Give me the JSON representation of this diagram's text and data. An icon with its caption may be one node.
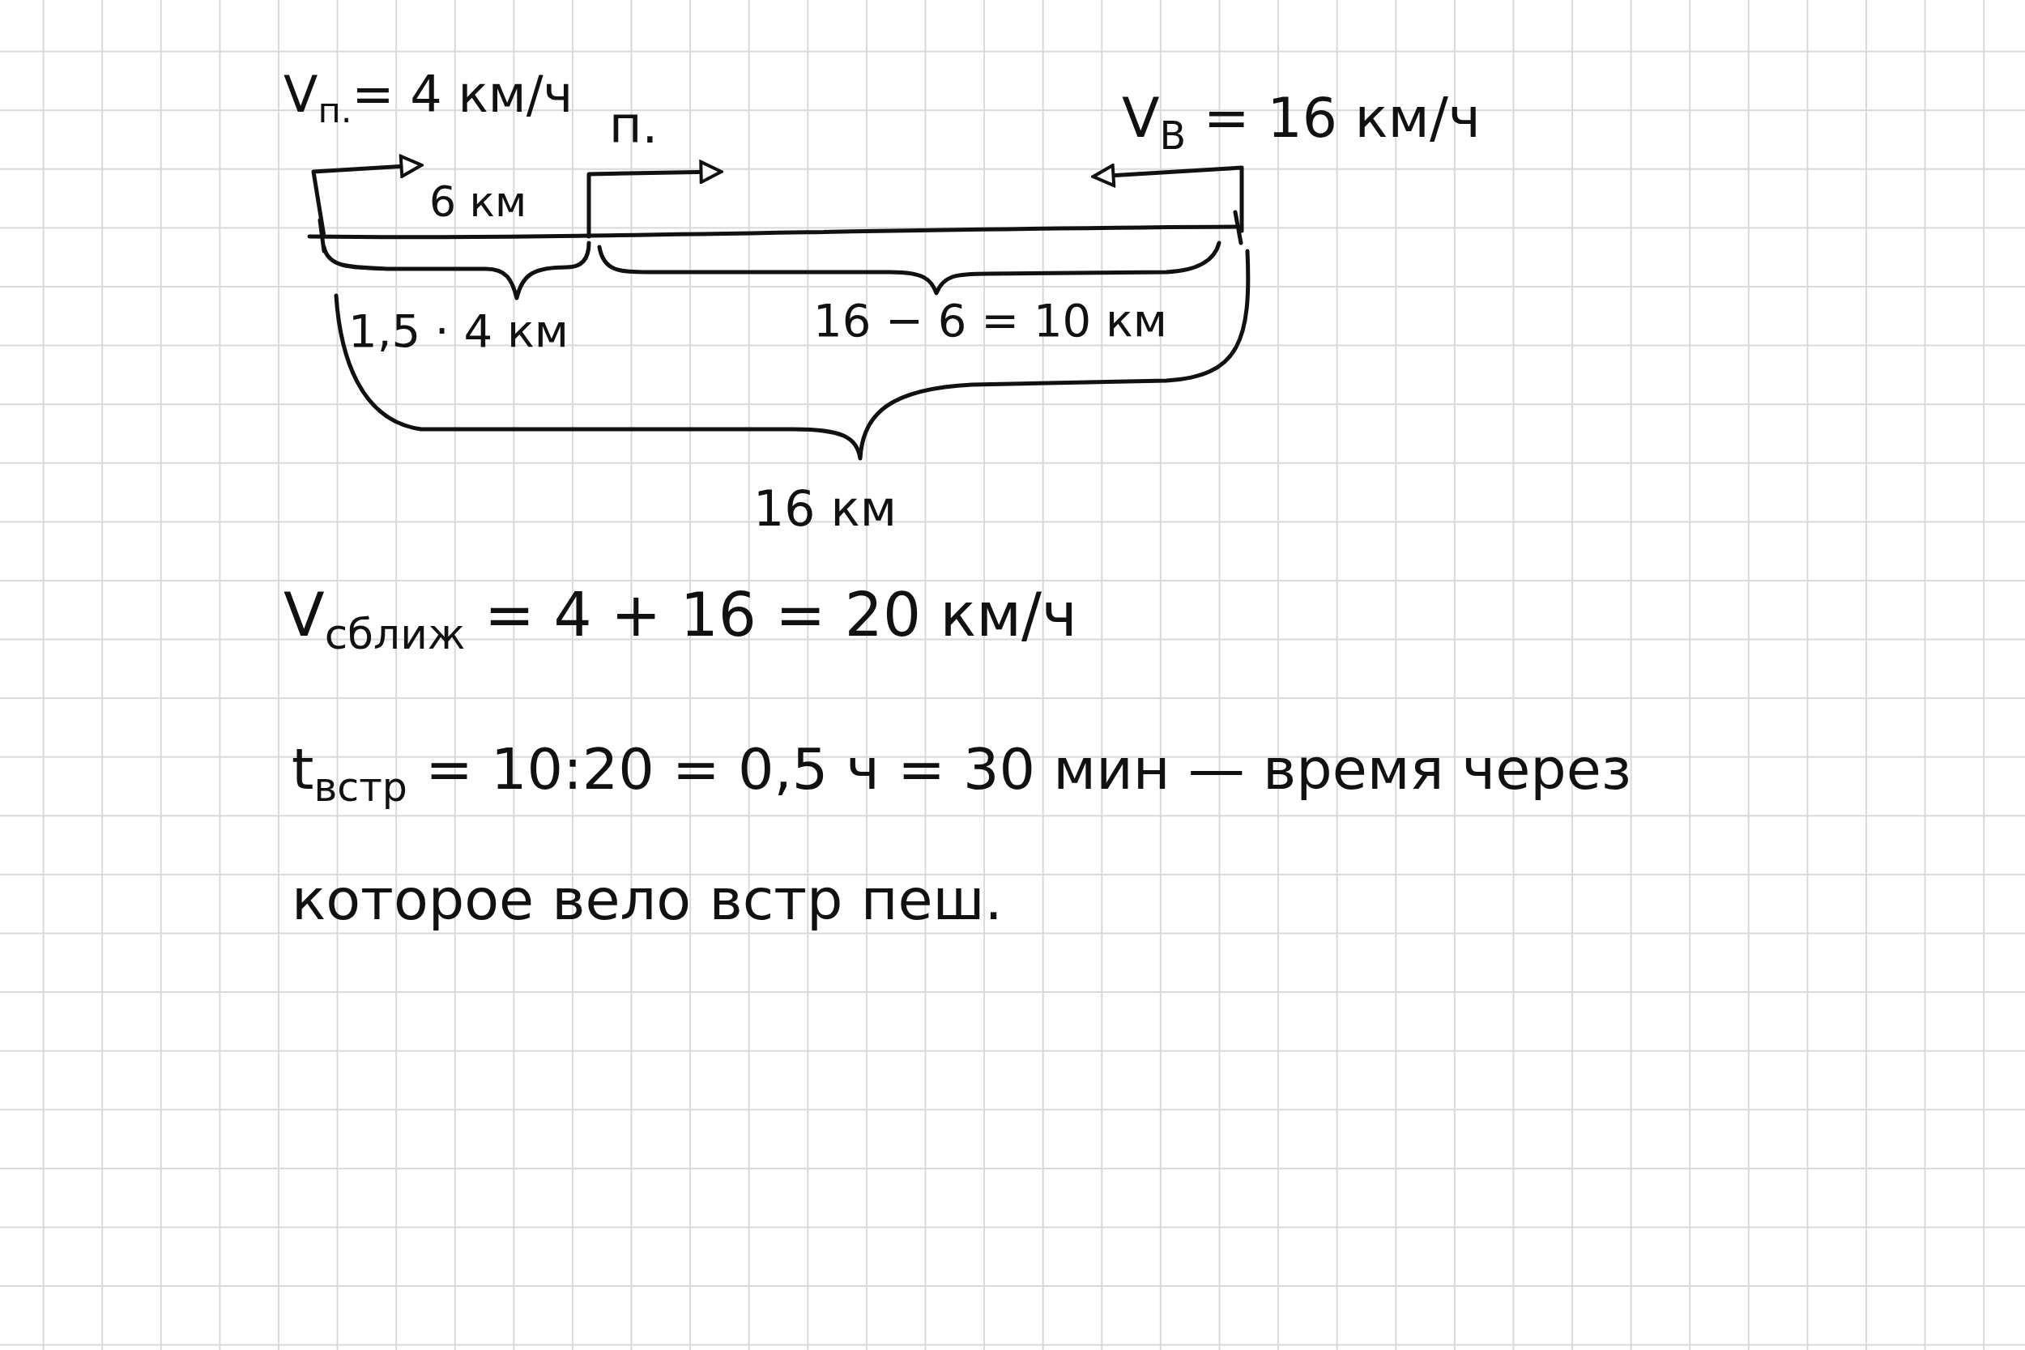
{
  "diagram": {
    "labels": [
      "V$_{п.}$= 4 км/ч",
      "п.",
      "V$_{В}$ = 16 км/ч",
      "6 км",
      "1,5 · 4 км",
      "16 − 6 = 10 км",
      "16 км",
      "V$_{сближ}$ = 4 + 16 = 20 км/ч",
      "t$_{встр}$ = 10:20 = 0,5 ч = 30 мин — время через которое вело встр пеш."
    ]
  }
}
